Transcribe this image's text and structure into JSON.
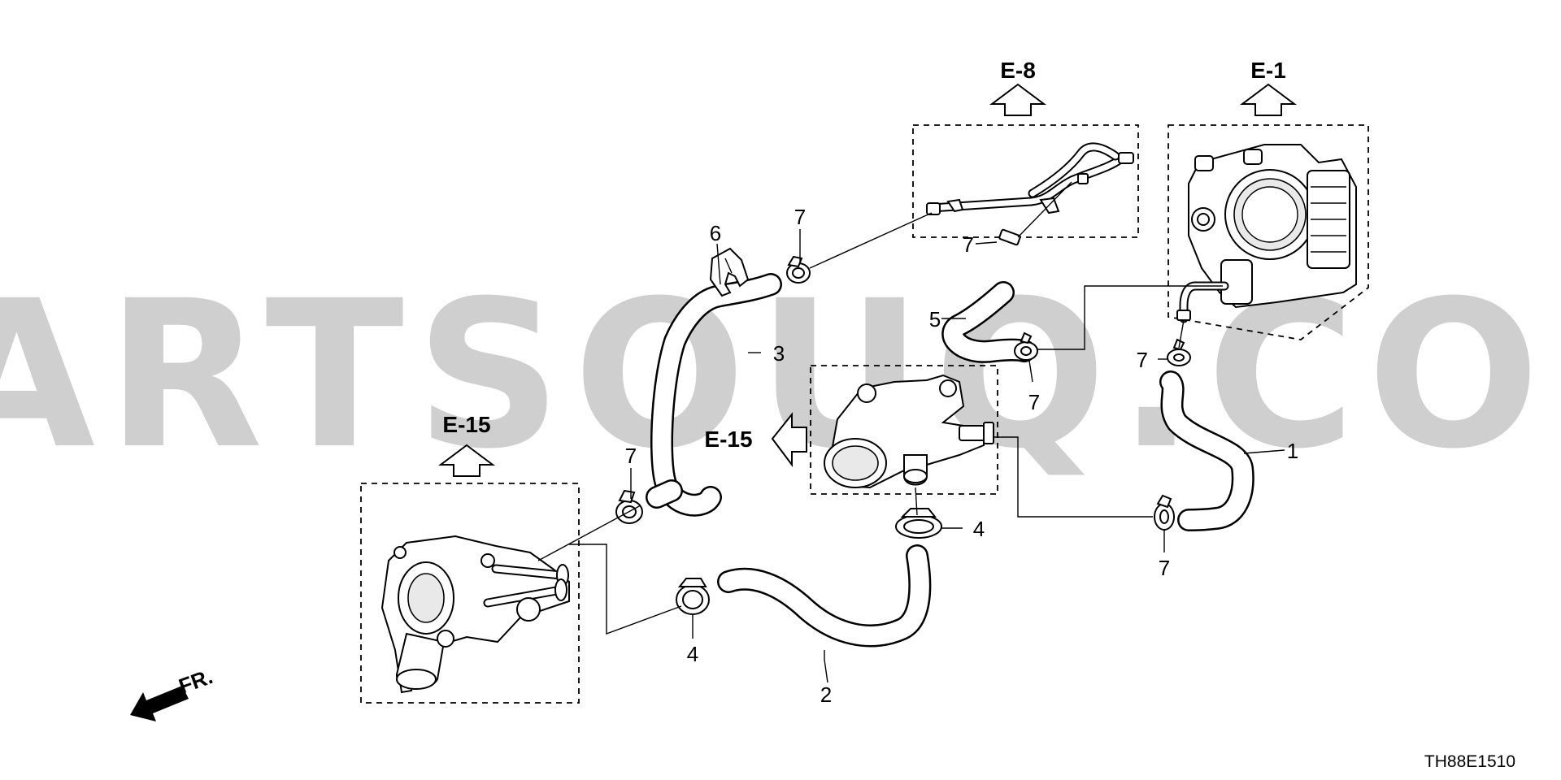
{
  "watermark": "PARTSOUQ.COM",
  "references": {
    "e8": "E-8",
    "e1": "E-1",
    "e15_left": "E-15",
    "e15_center": "E-15"
  },
  "callouts": {
    "c1": "1",
    "c2": "2",
    "c3": "3",
    "c4_left": "4",
    "c4_right": "4",
    "c5": "5",
    "c6": "6",
    "c7_top": "7",
    "c7_mid": "7",
    "c7_center": "7",
    "c7_right": "7",
    "c7_left": "7",
    "c7_bottom": "7"
  },
  "front_label": "FR.",
  "diagram_code": "TH88E1510"
}
